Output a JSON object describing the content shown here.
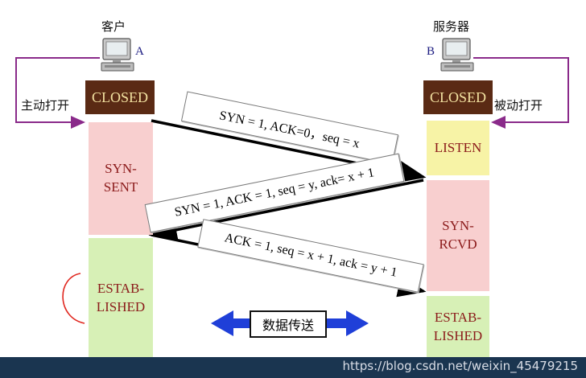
{
  "client": {
    "title": "客户",
    "letter": "A",
    "open_label": "主动打开"
  },
  "server": {
    "title": "服务器",
    "letter": "B",
    "open_label": "被动打开"
  },
  "client_states": {
    "closed": "CLOSED",
    "syn_sent": "SYN-\nSENT",
    "established": "ESTAB-\nLISHED"
  },
  "server_states": {
    "closed": "CLOSED",
    "listen": "LISTEN",
    "syn_rcvd": "SYN-\nRCVD",
    "established": "ESTAB-\nLISHED"
  },
  "messages": [
    {
      "text": "SYN = 1, ACK=0，seq = x"
    },
    {
      "text": "SYN = 1, ACK = 1, seq = y, ack= x + 1"
    },
    {
      "text": "ACK = 1, seq = x + 1, ack = y + 1"
    }
  ],
  "data_transfer": {
    "label": "数据传送"
  },
  "watermark": "https://blog.csdn.net/weixin_45479215",
  "colors": {
    "closed_bg": "#5a2a14",
    "syn_bg": "#f8cfcf",
    "established_bg": "#d7f0b6",
    "listen_bg": "#f7f3a6",
    "arrow_blue": "#1f3fd8",
    "link_purple": "#8a2a8a"
  },
  "icons": {
    "computer": "computer-icon",
    "bidirectional_arrow": "double-arrow-icon"
  }
}
